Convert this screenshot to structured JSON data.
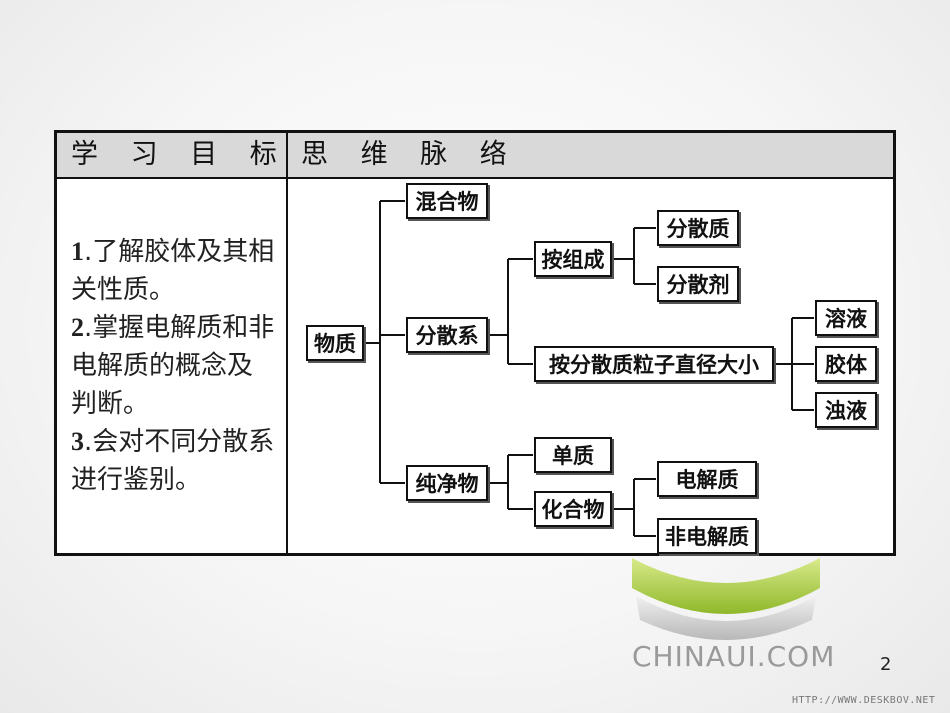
{
  "header": {
    "left": "学 习 目 标",
    "right": "思 维 脉 络"
  },
  "goals": {
    "items": [
      {
        "num": "1",
        "text": ".了解胶体及其相关性质。"
      },
      {
        "num": "2",
        "text": ".掌握电解质和非电解质的概念及判断。"
      },
      {
        "num": "3",
        "text": ".会对不同分散系进行鉴别。"
      }
    ]
  },
  "mindmap": {
    "root": "物质",
    "mixture": "混合物",
    "dispersion": "分散系",
    "by_composition": "按组成",
    "dispersed_phase": "分散质",
    "dispersing_medium": "分散剂",
    "by_particle_size": "按分散质粒子直径大小",
    "solution": "溶液",
    "colloid": "胶体",
    "suspension": "浊液",
    "pure": "纯净物",
    "element": "单质",
    "compound": "化合物",
    "electrolyte": "电解质",
    "non_electrolyte": "非电解质"
  },
  "branding": {
    "logo_text": "CHINAUI.COM",
    "page_number": "2",
    "footer_url": "HTTP://WWW.DESKBOV.NET"
  }
}
